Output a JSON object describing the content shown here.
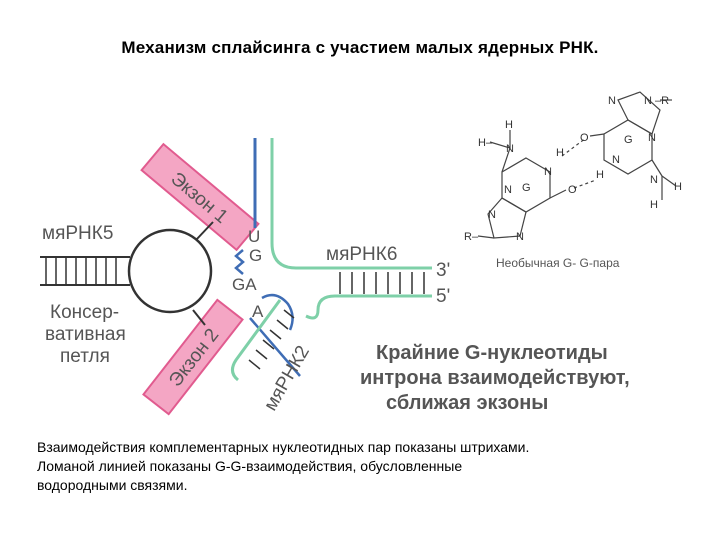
{
  "title": "Механизм сплайсинга с участием малых ядерных РНК.",
  "labels": {
    "snrna5": "мяРНК5",
    "snrna6": "мяРНК6",
    "snrna2": "мяРНК2",
    "exon1": "Экзон 1",
    "exon2": "Экзон 2",
    "conserved_loop": [
      "Консер-",
      "вативная",
      "петля"
    ],
    "U": "U",
    "G": "G",
    "GA": "GA",
    "A": "A",
    "three_prime": "3'",
    "five_prime": "5'"
  },
  "pair": {
    "caption": "Необычная G- G-пара",
    "atoms": {
      "n": "N",
      "h": "H",
      "o": "O",
      "g": "G",
      "r": "R",
      "r_left": "R–",
      "r_right": "–R",
      "h_left": "H–"
    }
  },
  "note": [
    "Крайние G-нуклеотиды",
    "интрона взаимодействуют,",
    "сближая экзоны"
  ],
  "caption": [
    "Взаимодействия комплементарных нуклеотидных пар показаны штрихами.",
    "Ломаной линией показаны G-G-взаимодействия, обусловленные",
    "водородными связями."
  ],
  "colors": {
    "pink": "#f4a6c4",
    "pink_border": "#e15b8f",
    "green": "#7ed0a8",
    "blue": "#3f6db5",
    "gray": "#555555"
  }
}
